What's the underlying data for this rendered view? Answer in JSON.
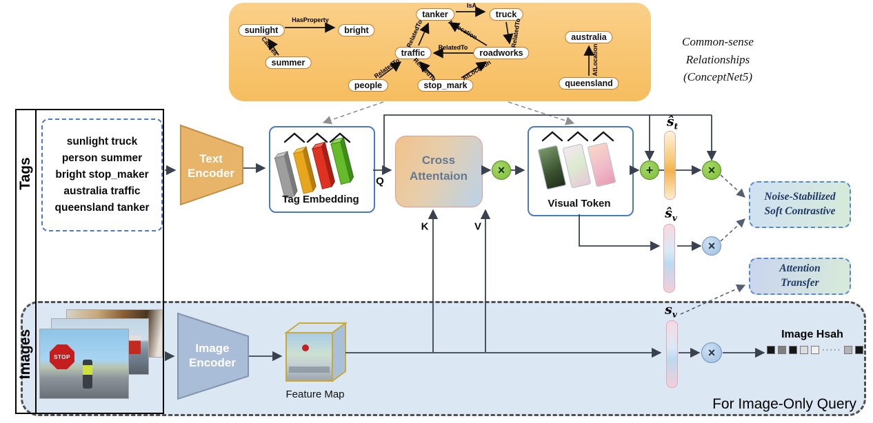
{
  "concept_graph": {
    "caption_lines": [
      "Common-sense",
      "Relationships",
      "(ConceptNet5)"
    ],
    "nodes": [
      {
        "label": "sunlight"
      },
      {
        "label": "bright"
      },
      {
        "label": "summer"
      },
      {
        "label": "tanker"
      },
      {
        "label": "truck"
      },
      {
        "label": "traffic"
      },
      {
        "label": "roadworks"
      },
      {
        "label": "people"
      },
      {
        "label": "stop_mark"
      },
      {
        "label": "australia"
      },
      {
        "label": "queensland"
      }
    ],
    "edges": [
      {
        "label": "HasProperty"
      },
      {
        "label": "Causes"
      },
      {
        "label": "IsA"
      },
      {
        "label": "RelatedTo"
      },
      {
        "label": "AtLocation"
      },
      {
        "label": "RelatedTo"
      },
      {
        "label": "RelatedTo"
      },
      {
        "label": "RelatedTo"
      },
      {
        "label": "RelatedTo"
      },
      {
        "label": "AtLocation"
      },
      {
        "label": "AtLocation"
      }
    ]
  },
  "tags_panel": {
    "title": "Tags",
    "lines": [
      "sunlight truck",
      "person summer",
      "bright stop_maker",
      "australia traffic",
      "queensland tanker"
    ]
  },
  "images_panel": {
    "title": "Images",
    "stop_sign_text": "STOP"
  },
  "pipeline": {
    "text_encoder": "Text Encoder",
    "tag_embedding": "Tag Embedding",
    "cross_attention": "Cross Attentaion",
    "visual_token": "Visual Token",
    "image_encoder": "Image Encoder",
    "feature_map": "Feature Map",
    "q": "Q",
    "k": "K",
    "v": "V"
  },
  "outputs": {
    "s_hat_t": {
      "base": "ŝ",
      "sub": "t"
    },
    "s_hat_v": {
      "base": "ŝ",
      "sub": "v"
    },
    "s_v": {
      "base": "s",
      "sub": "v"
    },
    "noise_box_lines": [
      "Noise-Stabilized",
      "Soft Contrastive"
    ],
    "attention_box_lines": [
      "Attention",
      "Transfer"
    ],
    "image_only_query": "For Image-Only Query"
  },
  "image_hash": {
    "title": "Image Hsah",
    "cells": [
      "#161616",
      "#7f7f7f",
      "#161616",
      "#dcdcdc",
      "#f0f0f0",
      "dots",
      "#b3b3b3",
      "#161616"
    ],
    "dots": "·····"
  },
  "operators": {
    "multiply": "×",
    "add": "+"
  },
  "colors": {
    "concept_panel": "#f8c76e",
    "module_border_blue": "#4878c8",
    "operator_green": "#7cbc34",
    "operator_blue": "#9cbede",
    "query_panel_bg": "#dbe7f3",
    "text_encoder_fill": "#e7b469",
    "image_encoder_fill": "#a9bdd9"
  }
}
